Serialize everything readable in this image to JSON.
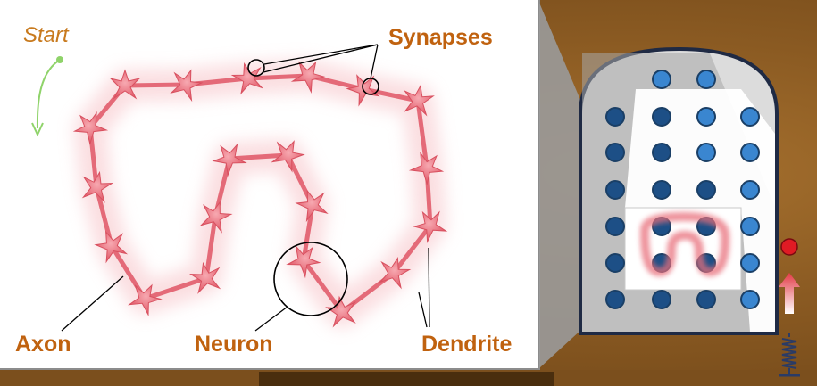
{
  "labels": {
    "start": "Start",
    "synapses": "Synapses",
    "axon": "Axon",
    "neuron": "Neuron",
    "dendrite": "Dendrite"
  },
  "colors": {
    "label_orange": "#c0620f",
    "start_label": "#c87a1e",
    "start_arrow": "#8fd36a",
    "neuron_pink": "#ee7a86",
    "dot_blue": "#3a86d0",
    "dot_dark": "#1d4f86",
    "indicator_red": "#e01b24",
    "background_brown": "#8a5a22"
  },
  "icons": [
    "start-arrow-icon",
    "spring-icon",
    "up-arrow-icon",
    "red-dot-icon"
  ]
}
